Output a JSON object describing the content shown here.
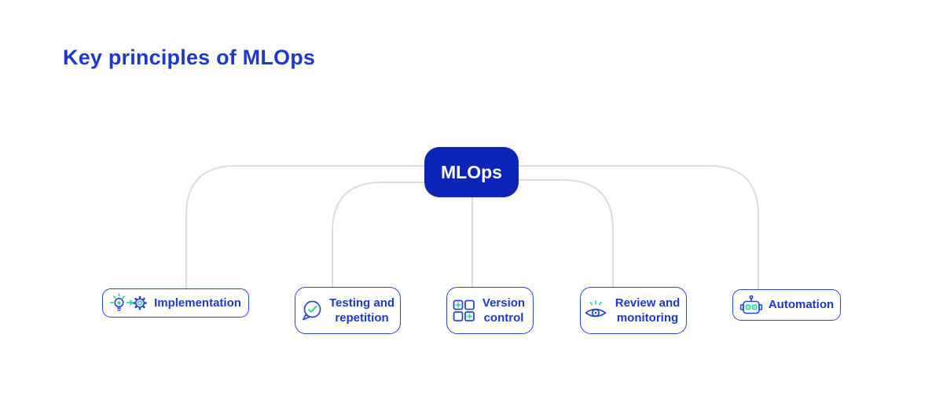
{
  "page": {
    "title": "Key principles of MLOps"
  },
  "colors": {
    "title_blue": "#1E38C8",
    "root_node_fill": "#0C24B8",
    "root_node_text": "#FFFFFF",
    "child_border_blue": "#2B46D2",
    "child_label_blue": "#1E38C8",
    "accent_teal": "#2BD6A3",
    "connector_gray": "#DCDCDC",
    "background": "#FFFFFF"
  },
  "root_node": {
    "label": "MLOps"
  },
  "children": [
    {
      "label": "Implementation",
      "icon": "lightbulb-to-gear-icon"
    },
    {
      "label": "Testing and repetition",
      "icon": "speech-bubble-check-icon"
    },
    {
      "label": "Version control",
      "icon": "window-grid-plus-icon"
    },
    {
      "label": "Review and monitoring",
      "icon": "eye-rays-icon"
    },
    {
      "label": "Automation",
      "icon": "robot-icon"
    }
  ]
}
